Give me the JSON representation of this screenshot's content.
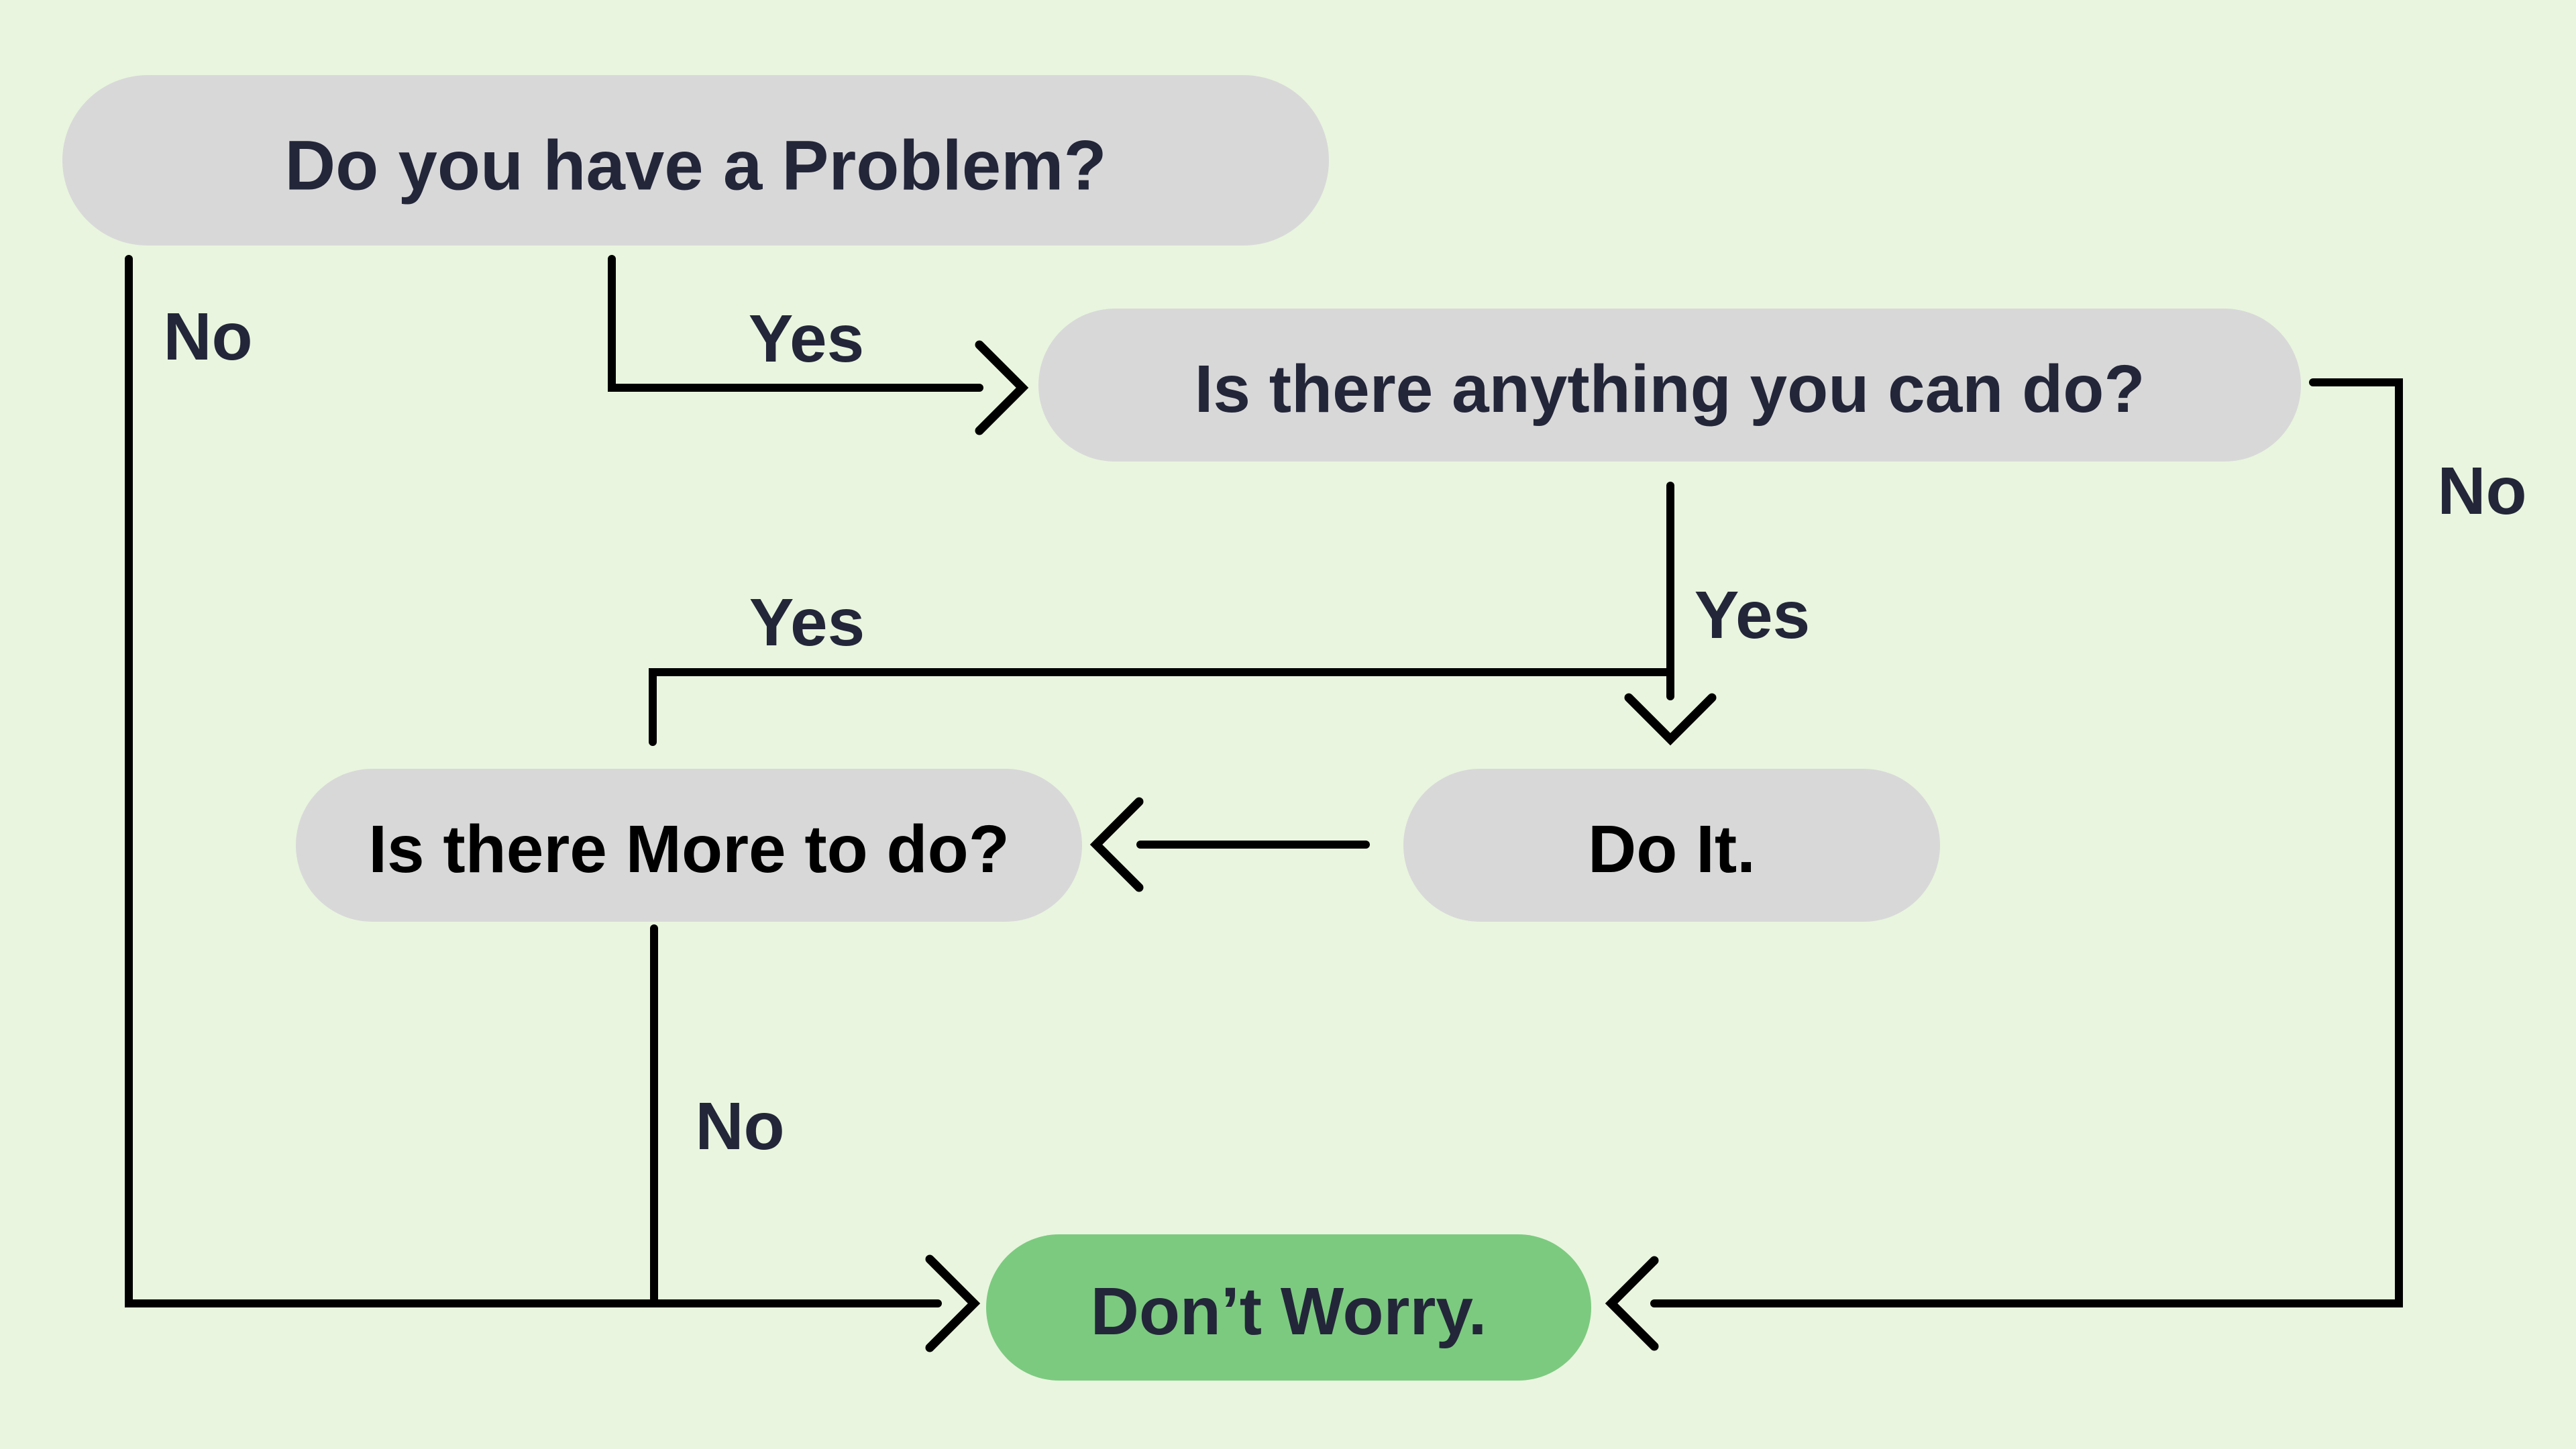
{
  "flowchart": {
    "background": "#e9f5de",
    "line_color": "#000000",
    "colors": {
      "node_gray": "#d8d8d9",
      "node_green": "#7cca80",
      "text_navy": "#232639",
      "text_black": "#000000"
    },
    "nodes": {
      "problem": {
        "label": "Do you have a Problem?"
      },
      "anything": {
        "label": "Is there anything you can do?"
      },
      "more": {
        "label": "Is there More to do?"
      },
      "doit": {
        "label": "Do It."
      },
      "dontworry": {
        "label": "Don’t Worry."
      }
    },
    "edge_labels": {
      "problem_no": "No",
      "problem_yes": "Yes",
      "anything_no": "No",
      "anything_yes": "Yes",
      "more_yes": "Yes",
      "more_no": "No"
    }
  }
}
